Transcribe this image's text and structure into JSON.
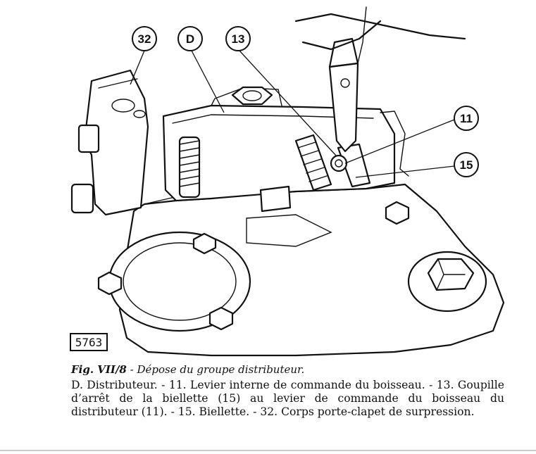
{
  "figure": {
    "reference_number": "5763",
    "callouts": [
      {
        "id": "32",
        "label": "32"
      },
      {
        "id": "D",
        "label": "D"
      },
      {
        "id": "13",
        "label": "13"
      },
      {
        "id": "11",
        "label": "11"
      },
      {
        "id": "15",
        "label": "15"
      }
    ]
  },
  "caption": {
    "label": "Fig. VII/8",
    "separator": " - ",
    "title": "Dépose du groupe distributeur.",
    "body": "D. Distributeur. - 11. Levier interne de commande du boisseau. - 13. Goupille d’arrêt de la biellette (15) au levier de commande du boisseau du distributeur (11). - 15. Biellette. - 32. Corps porte-clapet de surpression."
  }
}
